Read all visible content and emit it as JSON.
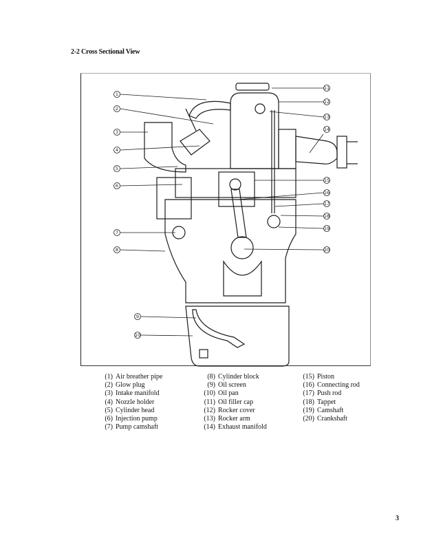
{
  "section_title": "2-2 Cross Sectional View",
  "figure": {
    "description": "Engine cross sectional view drawing",
    "callouts": [
      "1",
      "2",
      "3",
      "4",
      "5",
      "6",
      "7",
      "8",
      "9",
      "10",
      "11",
      "12",
      "13",
      "14",
      "15",
      "16",
      "17",
      "18",
      "19",
      "20"
    ]
  },
  "legend": {
    "columns": [
      [
        {
          "num": "(1)",
          "label": "Air breather pipe"
        },
        {
          "num": "(2)",
          "label": "Glow plug"
        },
        {
          "num": "(3)",
          "label": "Intake manifold"
        },
        {
          "num": "(4)",
          "label": "Nozzle holder"
        },
        {
          "num": "(5)",
          "label": "Cylinder head"
        },
        {
          "num": "(6)",
          "label": "Injection pump"
        },
        {
          "num": "(7)",
          "label": "Pump camshaft"
        }
      ],
      [
        {
          "num": "(8)",
          "label": "Cylinder block"
        },
        {
          "num": "(9)",
          "label": "Oil screen"
        },
        {
          "num": "(10)",
          "label": "Oil pan"
        },
        {
          "num": "(11)",
          "label": "Oil filler cap"
        },
        {
          "num": "(12)",
          "label": "Rocker cover"
        },
        {
          "num": "(13)",
          "label": "Rocker arm"
        },
        {
          "num": "(14)",
          "label": "Exhaust manifold"
        }
      ],
      [
        {
          "num": "(15)",
          "label": "Piston"
        },
        {
          "num": "(16)",
          "label": "Connecting rod"
        },
        {
          "num": "(17)",
          "label": "Push rod"
        },
        {
          "num": "(18)",
          "label": "Tappet"
        },
        {
          "num": "(19)",
          "label": "Camshaft"
        },
        {
          "num": "(20)",
          "label": "Crankshaft"
        }
      ]
    ]
  },
  "page_number": "3"
}
